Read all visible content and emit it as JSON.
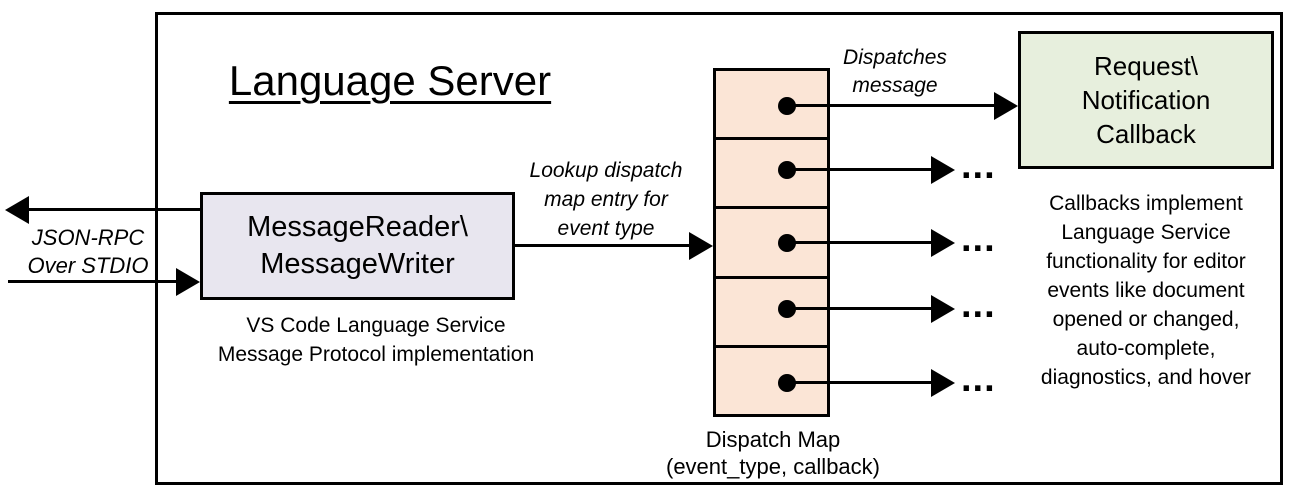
{
  "title": "Language Server",
  "colors": {
    "line": "#000000",
    "reader_box_fill": "#e8e6ef",
    "dispatch_map_fill": "#fbe5d6",
    "callback_box_fill": "#e7efdd"
  },
  "io": {
    "line1": "JSON-RPC",
    "line2": "Over STDIO"
  },
  "reader_box": {
    "line1": "MessageReader\\",
    "line2": "MessageWriter"
  },
  "reader_caption": {
    "line1": "VS Code Language Service",
    "line2": "Message Protocol implementation"
  },
  "lookup_label": {
    "line1": "Lookup dispatch",
    "line2": "map entry for",
    "line3": "event type"
  },
  "dispatches_label": {
    "line1": "Dispatches",
    "line2": "message"
  },
  "callback_box": {
    "line1": "Request\\",
    "line2": "Notification",
    "line3": "Callback"
  },
  "callbacks_note": {
    "lines": [
      "Callbacks implement",
      "Language Service",
      "functionality for editor",
      "events like document",
      "opened or changed,",
      "auto-complete,",
      "diagnostics, and hover"
    ]
  },
  "dispatch_map": {
    "entries": 5,
    "caption_line1": "Dispatch Map",
    "caption_line2": "(event_type, callback)"
  },
  "more_indicator": "..."
}
